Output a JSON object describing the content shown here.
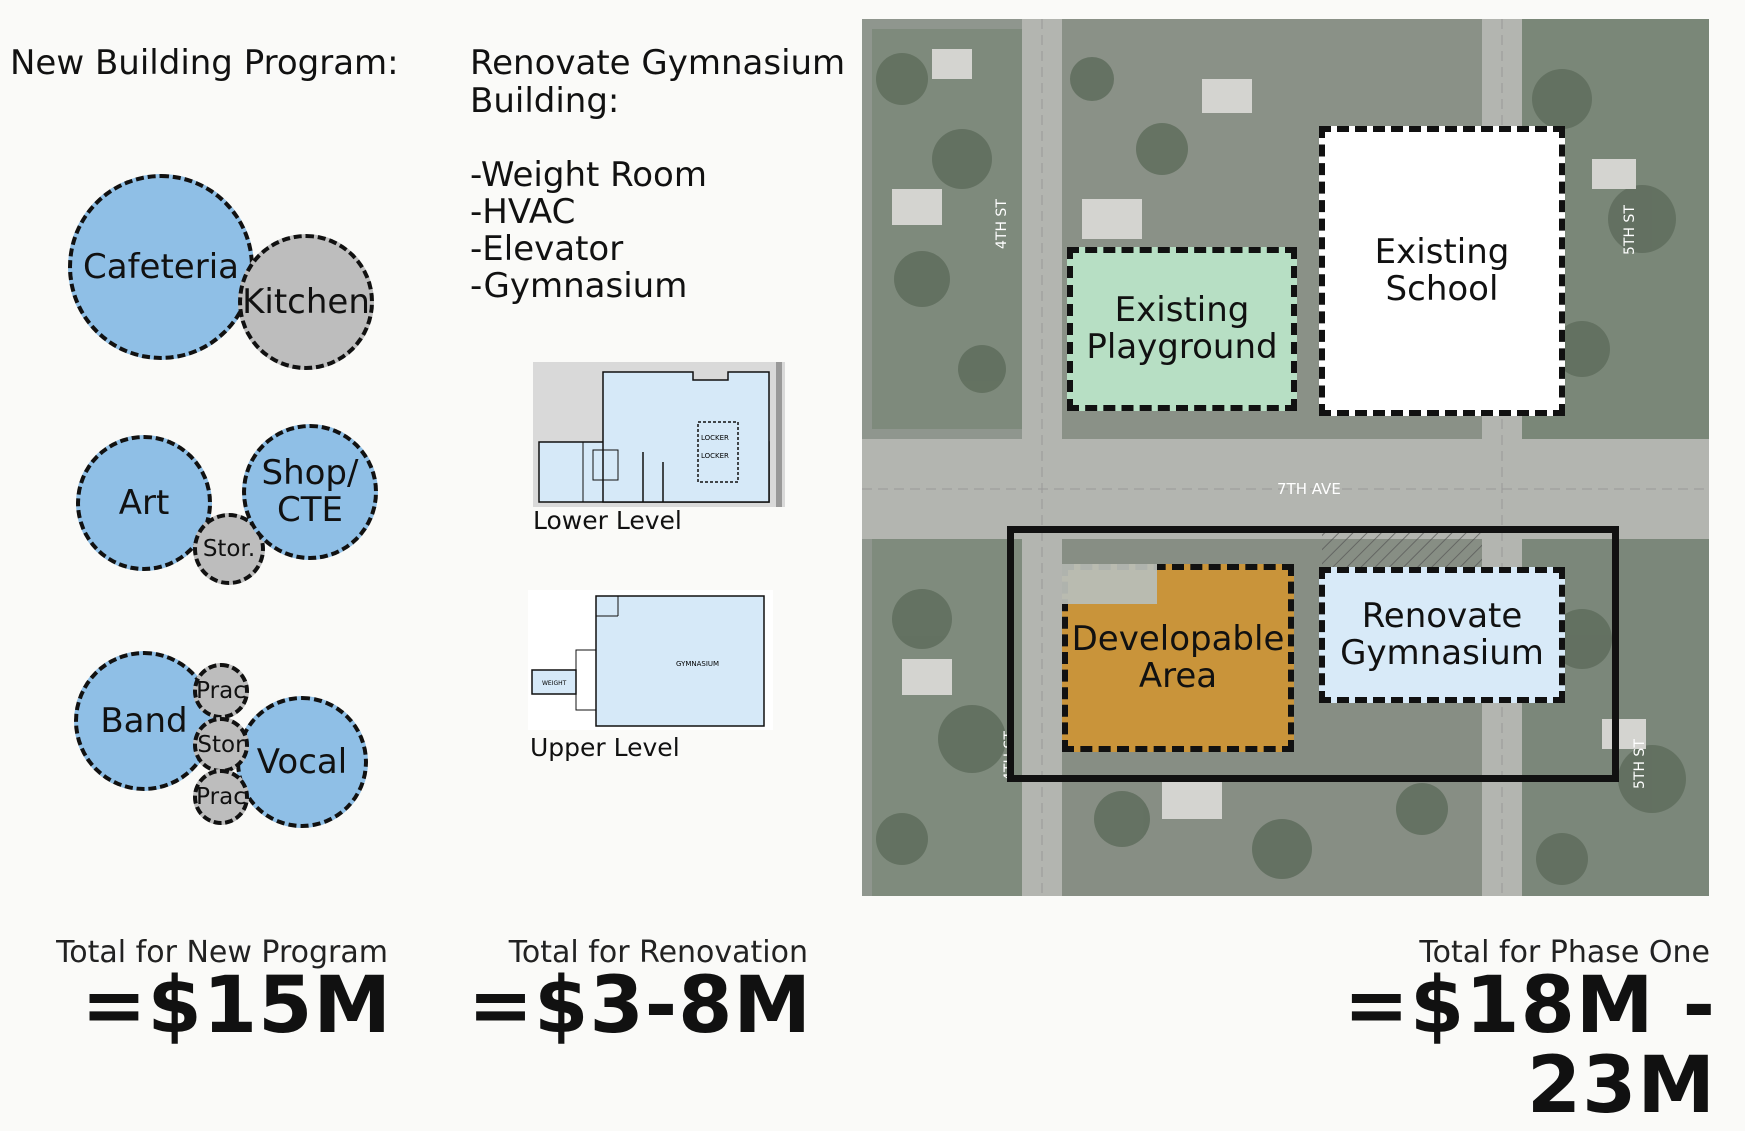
{
  "left": {
    "heading": "New Building Program:",
    "bubbles": {
      "cafeteria": "Cafeteria",
      "kitchen": "Kitchen",
      "art": "Art",
      "shop_cte": "Shop/\nCTE",
      "storage1": "Stor.",
      "band": "Band",
      "vocal": "Vocal",
      "prac1": "Prac",
      "storage2": "Stor",
      "prac2": "Prac"
    },
    "total_label": "Total for New Program",
    "total_value": "=$15M"
  },
  "middle": {
    "heading": "Renovate Gymnasium\nBuilding:",
    "items": [
      "-Weight Room",
      "-HVAC",
      "-Elevator",
      "-Gymnasium"
    ],
    "lower_caption": "Lower Level",
    "upper_caption": "Upper Level",
    "plan_labels": {
      "locker1": "LOCKER",
      "locker2": "LOCKER",
      "gymnasium": "GYMNASIUM",
      "weight": "WEIGHT"
    },
    "total_label": "Total for Renovation",
    "total_value": "=$3-8M"
  },
  "map": {
    "streets": {
      "fourth_top": "4TH ST",
      "fifth_top": "5TH ST",
      "seventh_ave": "7TH AVE",
      "fourth_bottom": "4TH ST",
      "fifth_bottom": "5TH ST"
    },
    "zones": {
      "playground": "Existing\nPlayground",
      "school": "Existing\nSchool",
      "developable": "Developable\nArea",
      "renovate": "Renovate\nGymnasium"
    },
    "colors": {
      "playground": "#b7dfc4",
      "school": "#ffffff",
      "developable": "#c9943a",
      "renovate": "#d8eaf8"
    }
  },
  "phase_one": {
    "total_label": "Total for Phase One",
    "total_value": "=$18M - 23M"
  }
}
